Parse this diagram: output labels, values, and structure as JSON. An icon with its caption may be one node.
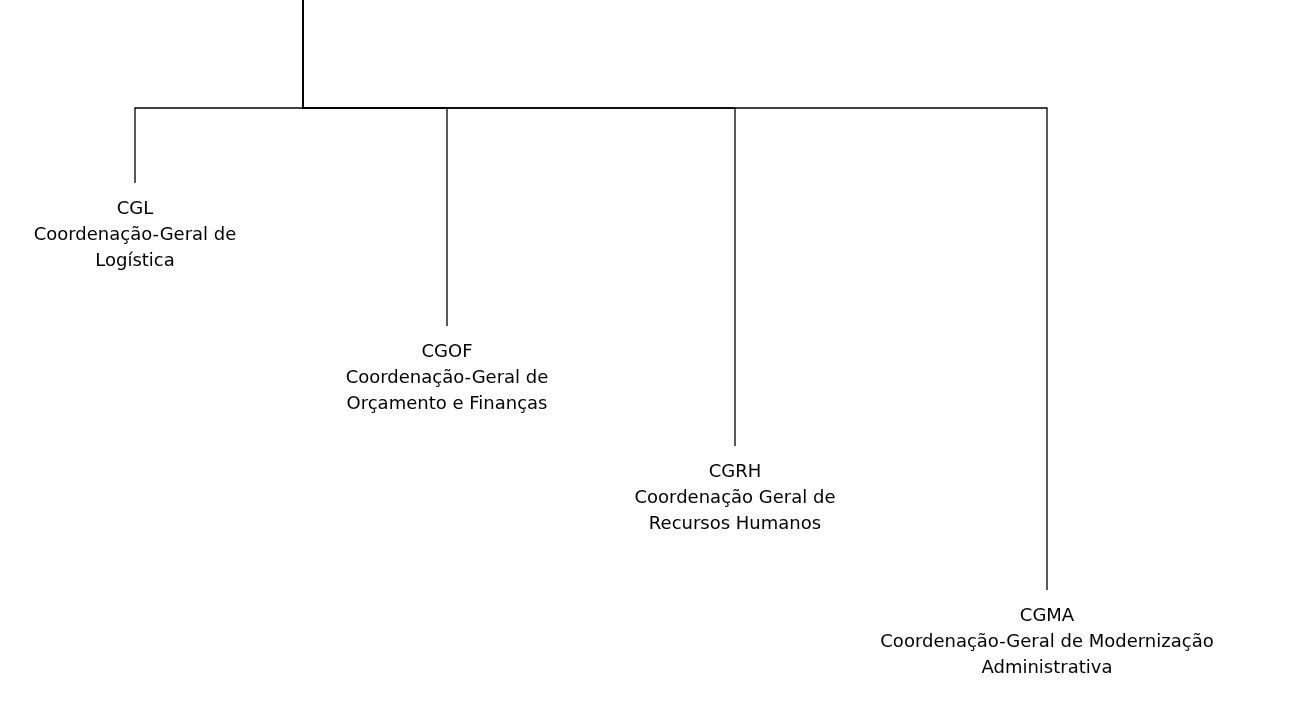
{
  "diagram": {
    "nodes": [
      {
        "text": [
          "CGL",
          "Coordenação-Geral de Logística"
        ]
      },
      {
        "text": [
          "CGOF",
          "Coordenação-Geral de Orçamento e Finanças"
        ]
      },
      {
        "text": [
          "CGRH",
          "Coordenação Geral de Recursos Humanos"
        ]
      },
      {
        "text": [
          "CGMA",
          "Coordenação-Geral de Modernização Administrativa"
        ]
      }
    ],
    "edges": [
      {
        "from": null,
        "to": 0,
        "arrow": "none"
      },
      {
        "from": null,
        "to": 1,
        "arrow": "none"
      },
      {
        "from": null,
        "to": 2,
        "arrow": "none"
      },
      {
        "from": null,
        "to": 3,
        "arrow": "none"
      }
    ]
  }
}
